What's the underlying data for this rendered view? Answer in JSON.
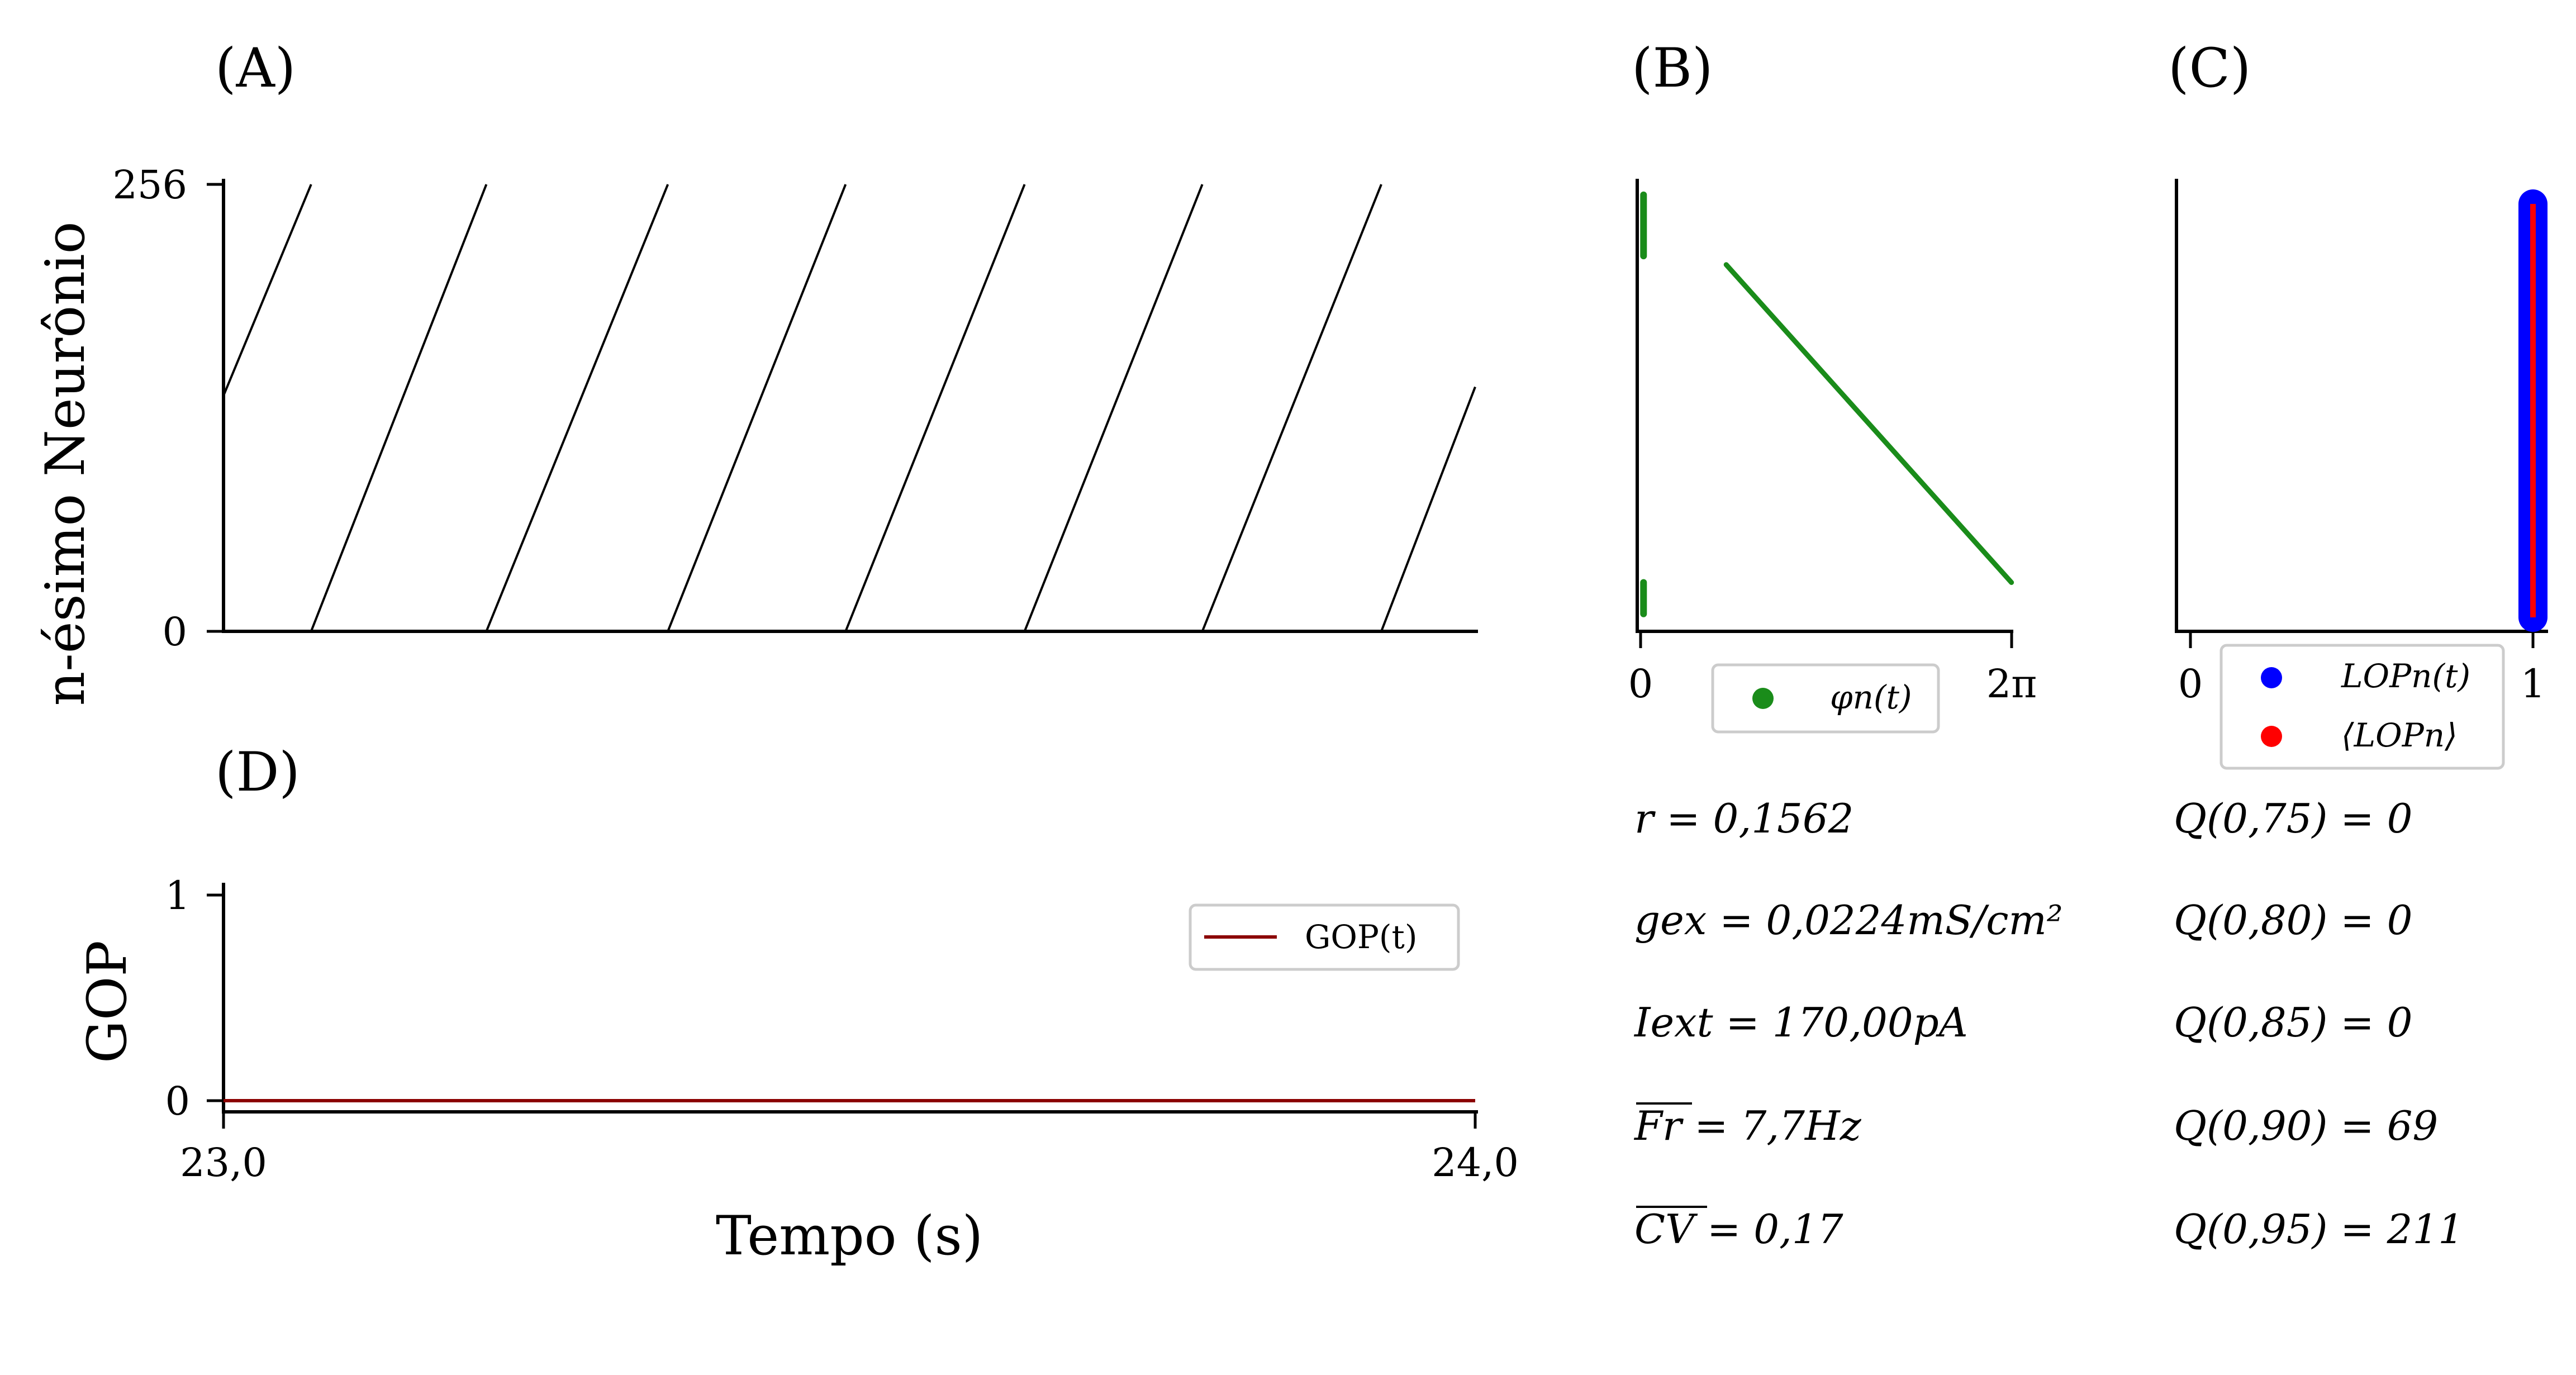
{
  "panels": {
    "A": {
      "label": "(A)",
      "ylabel": "n-ésimo Neurônio",
      "yticks": [
        "0",
        "256"
      ],
      "chart_data": {
        "type": "scatter",
        "description_of_marks": "raster plot of spike times, dense points forming diagonal lines",
        "x_range": [
          23.0,
          24.0
        ],
        "y_range": [
          0,
          256
        ],
        "color": "#000000",
        "series": [
          {
            "x": [
              23.0,
              23.07
            ],
            "y": [
              135,
              256
            ]
          },
          {
            "x": [
              23.07,
              23.21
            ],
            "y": [
              0,
              256
            ]
          },
          {
            "x": [
              23.21,
              23.355
            ],
            "y": [
              0,
              256
            ]
          },
          {
            "x": [
              23.355,
              23.497
            ],
            "y": [
              0,
              256
            ]
          },
          {
            "x": [
              23.497,
              23.64
            ],
            "y": [
              0,
              256
            ]
          },
          {
            "x": [
              23.64,
              23.782
            ],
            "y": [
              0,
              256
            ]
          },
          {
            "x": [
              23.782,
              23.925
            ],
            "y": [
              0,
              256
            ]
          },
          {
            "x": [
              23.925,
              24.0
            ],
            "y": [
              0,
              140
            ]
          }
        ]
      }
    },
    "B": {
      "label": "(B)",
      "xticks": [
        "0",
        "2π"
      ],
      "legend": {
        "entries": [
          {
            "label": "φn(t)",
            "color": "#1a8c1a"
          }
        ]
      },
      "chart_data": {
        "type": "scatter",
        "x_range": [
          0,
          6.2832
        ],
        "y_range": [
          0,
          256
        ],
        "color": "#1a8c1a",
        "series": [
          {
            "name": "φn(t)",
            "segments": [
              {
                "x": [
                  0.05,
                  0.05
                ],
                "y": [
                  215,
                  250
                ]
              },
              {
                "x": [
                  0.05,
                  0.05
                ],
                "y": [
                  10,
                  28
                ]
              },
              {
                "x": [
                  1.45,
                  6.28
                ],
                "y": [
                  210,
                  28
                ]
              }
            ]
          }
        ]
      }
    },
    "C": {
      "label": "(C)",
      "xticks": [
        "0",
        "1"
      ],
      "legend": {
        "entries": [
          {
            "label": "LOPn(t)",
            "color": "#0000ff"
          },
          {
            "label": "⟨LOPn⟩",
            "color": "#ff0000"
          }
        ]
      },
      "chart_data": {
        "type": "scatter",
        "x_range": [
          0,
          1
        ],
        "y_range": [
          0,
          256
        ],
        "series": [
          {
            "name": "LOPn(t)",
            "color": "#0000ff",
            "x": [
              1,
              1
            ],
            "y": [
              10,
              250
            ]
          },
          {
            "name": "⟨LOPn⟩",
            "color": "#ff0000",
            "x": [
              1,
              1
            ],
            "y": [
              10,
              250
            ]
          }
        ]
      }
    },
    "D": {
      "label": "(D)",
      "ylabel": "GOP",
      "xlabel": "Tempo (s)",
      "xticks": [
        "23,0",
        "24,0"
      ],
      "yticks": [
        "0",
        "1"
      ],
      "legend": {
        "entries": [
          {
            "label": "GOP(t)",
            "color": "#8b0000"
          }
        ]
      },
      "chart_data": {
        "type": "line",
        "x": [
          23.0,
          24.0
        ],
        "series": [
          {
            "name": "GOP(t)",
            "values": [
              0.0,
              0.0
            ],
            "color": "#8b0000"
          }
        ],
        "ylim": [
          0,
          1
        ]
      }
    }
  },
  "info_left": [
    "r = 0,1562",
    "gex = 0,0224mS/cm²",
    "Iext = 170,00pA",
    "Fr = 7,7Hz",
    "CV = 0,17"
  ],
  "info_right": [
    "Q(0,75) = 0",
    "Q(0,80) = 0",
    "Q(0,85) = 0",
    "Q(0,90) = 69",
    "Q(0,95) = 211"
  ]
}
